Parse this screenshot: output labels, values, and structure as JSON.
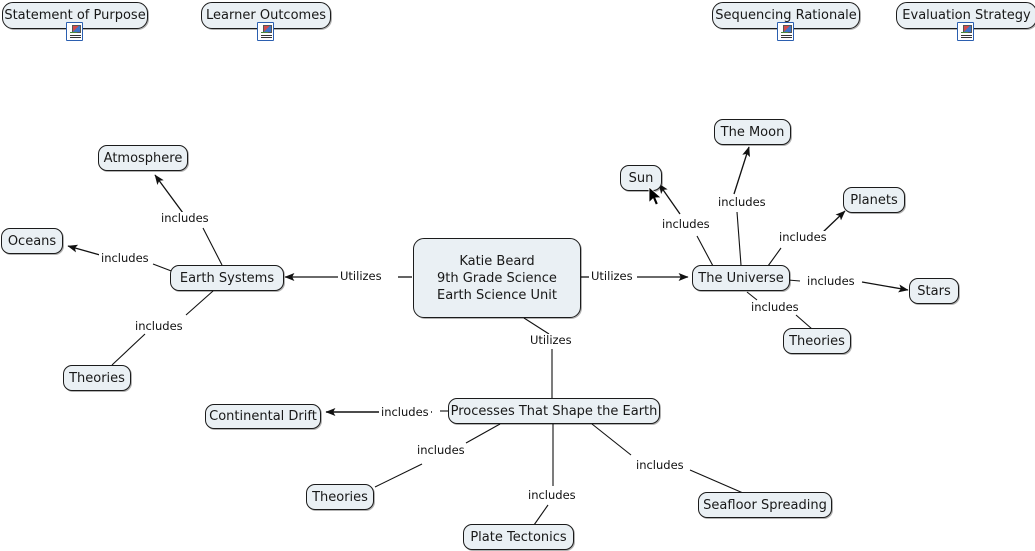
{
  "app": {
    "title": "Concept Map - Earth Science Unit",
    "background_color": "#ffffff",
    "node_fill_color": "#eaf0f4",
    "node_border_color": "#1b1b1b",
    "edge_color": "#111111",
    "icon_border_color": "#2b5fb0"
  },
  "top_cards": [
    {
      "label": "Statement of Purpose",
      "icon": "document-note-icon"
    },
    {
      "label": "Learner Outcomes",
      "icon": "document-note-icon"
    },
    {
      "label": "Sequencing Rationale",
      "icon": "document-note-icon"
    },
    {
      "label": "Evaluation Strategy",
      "icon": "document-note-icon"
    }
  ],
  "center_node": {
    "lines": "Katie Beard\n9th Grade Science\nEarth Science Unit",
    "line1": "Katie Beard",
    "line2": "9th Grade Science",
    "line3": "Earth Science Unit"
  },
  "nodes": [
    {
      "id": "earth-systems",
      "label": "Earth Systems"
    },
    {
      "id": "atmosphere",
      "label": "Atmosphere"
    },
    {
      "id": "oceans",
      "label": "Oceans"
    },
    {
      "id": "theories-earth",
      "label": "Theories"
    },
    {
      "id": "the-universe",
      "label": "The Universe"
    },
    {
      "id": "sun",
      "label": "Sun"
    },
    {
      "id": "the-moon",
      "label": "The Moon"
    },
    {
      "id": "planets",
      "label": "Planets"
    },
    {
      "id": "stars",
      "label": "Stars"
    },
    {
      "id": "theories-universe",
      "label": "Theories"
    },
    {
      "id": "processes",
      "label": "Processes That Shape the Earth"
    },
    {
      "id": "continental-drift",
      "label": "Continental Drift"
    },
    {
      "id": "theories-processes",
      "label": "Theories"
    },
    {
      "id": "plate-tectonics",
      "label": "Plate Tectonics"
    },
    {
      "id": "seafloor-spreading",
      "label": "Seafloor Spreading"
    }
  ],
  "edges": [
    {
      "from": "center",
      "to": "earth-systems",
      "label": "Utilizes"
    },
    {
      "from": "center",
      "to": "the-universe",
      "label": "Utilizes"
    },
    {
      "from": "center",
      "to": "processes",
      "label": "Utilizes"
    },
    {
      "from": "earth-systems",
      "to": "atmosphere",
      "label": "includes"
    },
    {
      "from": "earth-systems",
      "to": "oceans",
      "label": "includes"
    },
    {
      "from": "earth-systems",
      "to": "theories-earth",
      "label": "includes"
    },
    {
      "from": "the-universe",
      "to": "sun",
      "label": "includes"
    },
    {
      "from": "the-universe",
      "to": "the-moon",
      "label": "includes"
    },
    {
      "from": "the-universe",
      "to": "planets",
      "label": "includes"
    },
    {
      "from": "the-universe",
      "to": "stars",
      "label": "includes"
    },
    {
      "from": "the-universe",
      "to": "theories-universe",
      "label": "includes"
    },
    {
      "from": "processes",
      "to": "continental-drift",
      "label": "includes"
    },
    {
      "from": "processes",
      "to": "theories-processes",
      "label": "includes"
    },
    {
      "from": "processes",
      "to": "plate-tectonics",
      "label": "includes"
    },
    {
      "from": "processes",
      "to": "seafloor-spreading",
      "label": "includes"
    }
  ],
  "edge_labels": {
    "utilizes_left": "Utilizes",
    "utilizes_right": "Utilizes",
    "utilizes_down": "Utilizes",
    "inc_atmosphere": "includes",
    "inc_oceans": "includes",
    "inc_theories_earth": "includes",
    "inc_sun": "includes",
    "inc_moon": "includes",
    "inc_planets": "includes",
    "inc_stars": "includes",
    "inc_theories_universe": "includes",
    "inc_continental_drift": "includes",
    "inc_theories_processes": "includes",
    "inc_plate_tectonics": "includes",
    "inc_seafloor": "includes"
  }
}
